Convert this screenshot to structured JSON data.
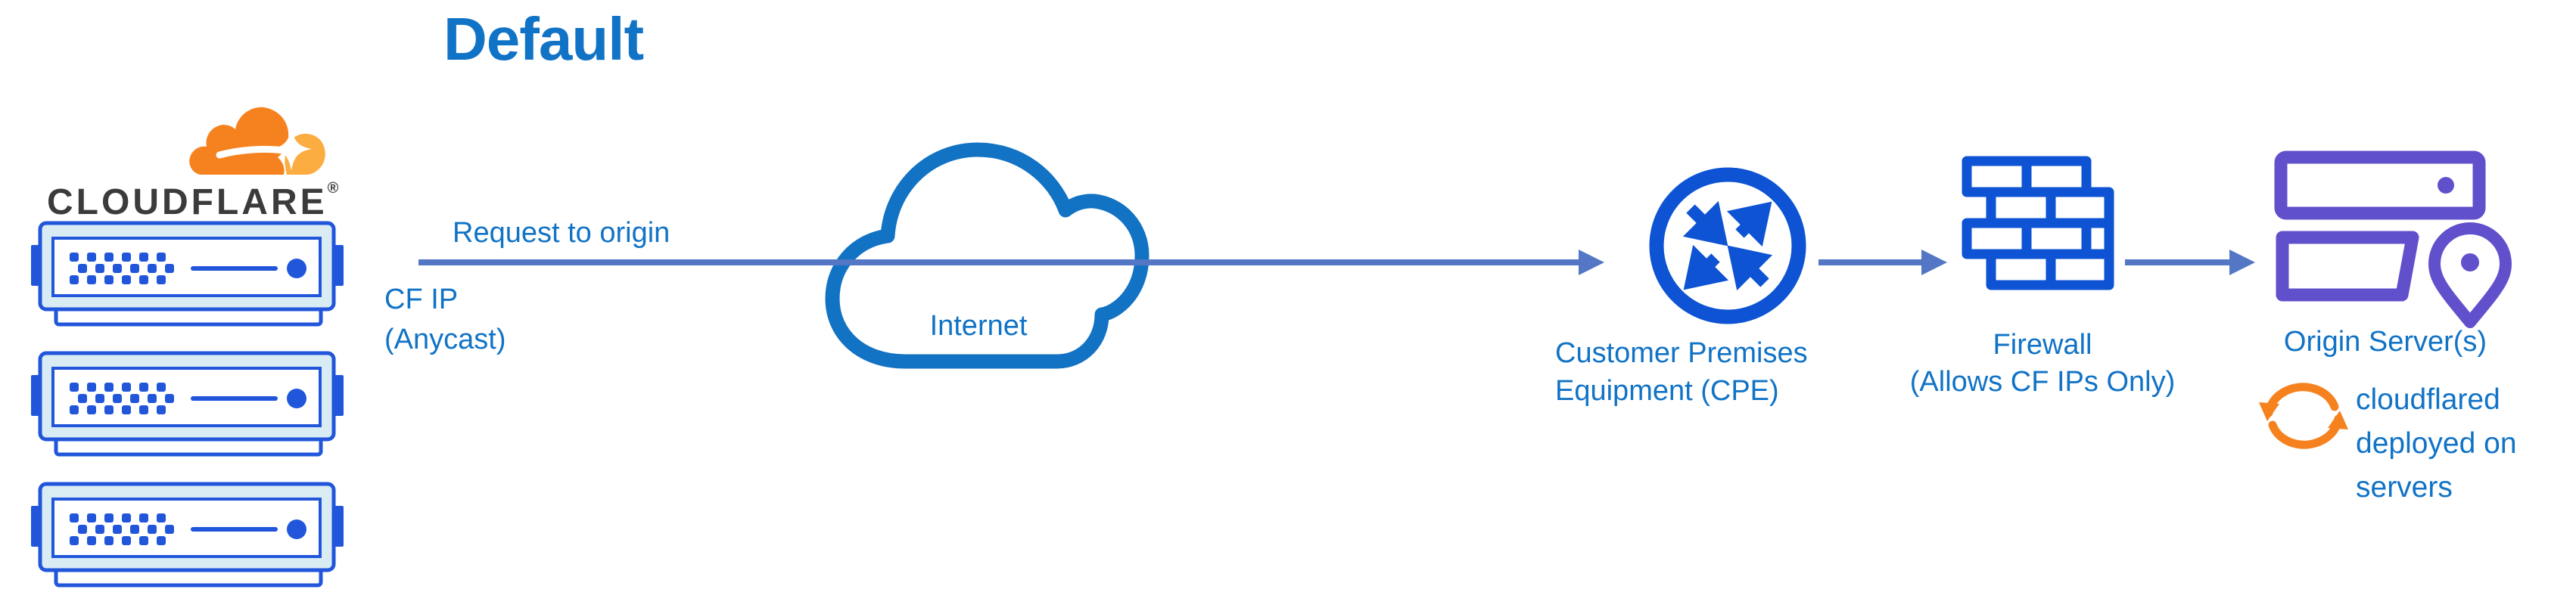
{
  "title": "Default",
  "logo": {
    "wordmark": "CLOUDFLARE",
    "registered": "®"
  },
  "flow": {
    "request_label": "Request to origin"
  },
  "edge_label": {
    "line1": "CF IP",
    "line2": "(Anycast)"
  },
  "internet": {
    "label": "Internet"
  },
  "cpe": {
    "line1": "Customer Premises",
    "line2": "Equipment (CPE)"
  },
  "firewall": {
    "line1": "Firewall",
    "line2": "(Allows CF IPs Only)"
  },
  "origin": {
    "label": "Origin Server(s)"
  },
  "cloudflared": {
    "line1": "cloudflared",
    "line2": "deployed on",
    "line3": "servers"
  },
  "icons": [
    "cloudflare-logo-cloud-icon",
    "edge-server-icon (x3)",
    "internet-cloud-icon",
    "router-cpe-icon",
    "firewall-brick-icon",
    "origin-server-pin-icon",
    "sync-refresh-icon"
  ],
  "colors": {
    "text_blue": "#1173C6",
    "icon_blue": "#0D53D3",
    "server_blue": "#2156DB",
    "server_fill": "#D9ECF4",
    "arrow_blue": "#5377C5",
    "cloud_blue": "#1272C3",
    "purple": "#6150CB",
    "orange": "#F6821F",
    "orange_light": "#FBAD41",
    "wordmark_dark": "#3B3B3C"
  }
}
